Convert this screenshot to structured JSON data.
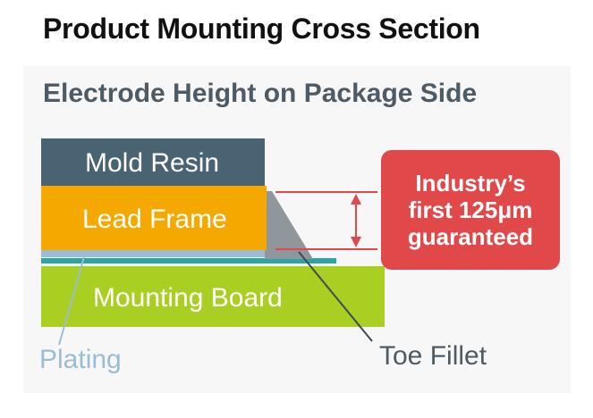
{
  "title": "Product Mounting Cross Section",
  "subtitle": "Electrode Height on Package Side",
  "layers": {
    "mold_resin": "Mold Resin",
    "lead_frame": "Lead Frame",
    "mounting_board": "Mounting Board"
  },
  "callout": {
    "line1": "Industry’s",
    "line2": "first 125μm",
    "line3": "guaranteed"
  },
  "annotations": {
    "plating": "Plating",
    "toe_fillet": "Toe Fillet"
  },
  "colors": {
    "mold_resin": "#4a6373",
    "lead_frame": "#f5a800",
    "mounting_board": "#a9cf22",
    "plating": "#9bbdd3",
    "toe_fillet": "#8f969c",
    "pad": "#2aa6a0",
    "callout": "#e0484a",
    "annotation_text": "#4d5b66"
  }
}
